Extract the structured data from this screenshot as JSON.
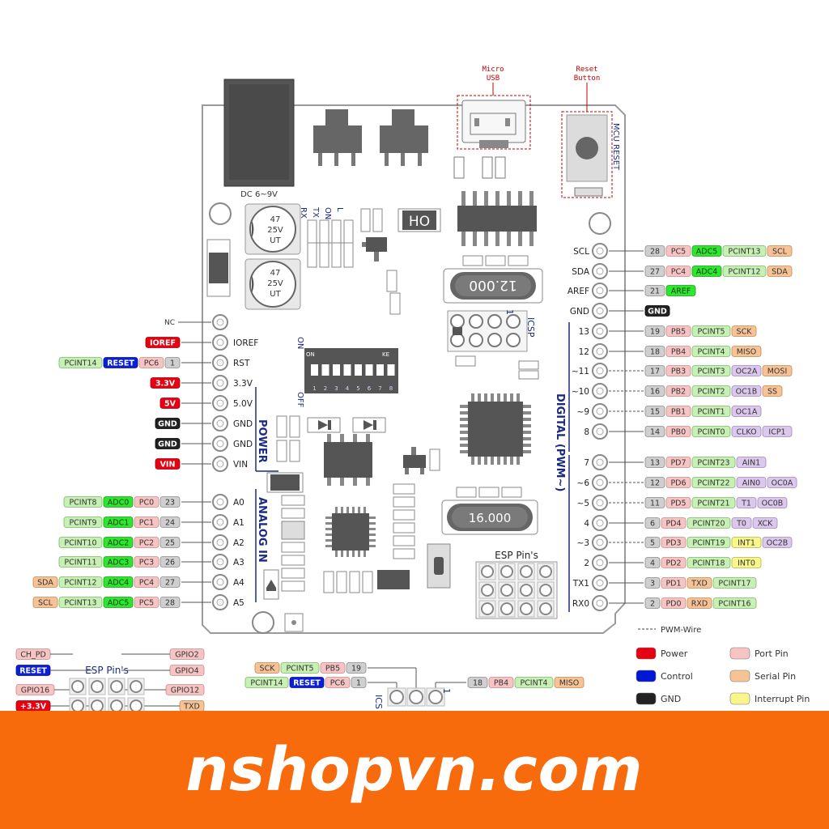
{
  "callouts": {
    "micro_usb": [
      "Micro",
      "USB"
    ],
    "reset_button": [
      "Reset",
      "Button"
    ],
    "mcu_reset": "MCU RESET"
  },
  "board": {
    "dc_label": "DC 6~9V",
    "cap1": [
      "47",
      "25V",
      "UT"
    ],
    "cap2": [
      "47",
      "25V",
      "UT"
    ],
    "leds": [
      "RX",
      "TX",
      "ON",
      "L"
    ],
    "ho": "HO",
    "crystal1": "12.000",
    "crystal2": "16.000",
    "icsp": "ICSP",
    "icsp_one": "1",
    "dip_on": "ON",
    "dip_off": "OFF",
    "dip_on_small": "ON",
    "dip_ke": "KE",
    "dip_numbers": [
      "1",
      "2",
      "3",
      "4",
      "5",
      "6",
      "7",
      "8"
    ],
    "power_label": "POWER",
    "analog_label": "ANALOG IN",
    "digital_label": "DIGITAL (PWM~)",
    "esp_pins": "ESP Pin's"
  },
  "left_pins": [
    {
      "pin": "",
      "tags": [
        {
          "t": "NC",
          "s": "plain"
        }
      ]
    },
    {
      "pin": "IOREF",
      "tags": [
        {
          "t": "IOREF",
          "s": "power"
        }
      ]
    },
    {
      "pin": "RST",
      "tags": [
        {
          "t": "PCINT14",
          "s": "light"
        },
        {
          "t": "RESET",
          "s": "control"
        },
        {
          "t": "PC6",
          "s": "port"
        },
        {
          "t": "1",
          "s": "num"
        }
      ]
    },
    {
      "pin": "3.3V",
      "tags": [
        {
          "t": "3.3V",
          "s": "power"
        }
      ]
    },
    {
      "pin": "5.0V",
      "tags": [
        {
          "t": "5V",
          "s": "power"
        }
      ]
    },
    {
      "pin": "GND",
      "tags": [
        {
          "t": "GND",
          "s": "gnd"
        }
      ]
    },
    {
      "pin": "GND",
      "tags": [
        {
          "t": "GND",
          "s": "gnd"
        }
      ]
    },
    {
      "pin": "VIN",
      "tags": [
        {
          "t": "VIN",
          "s": "power"
        }
      ]
    }
  ],
  "analog_pins": [
    {
      "pin": "A0",
      "tags": [
        {
          "t": "PCINT8",
          "s": "light"
        },
        {
          "t": "ADC0",
          "s": "analog"
        },
        {
          "t": "PC0",
          "s": "port"
        },
        {
          "t": "23",
          "s": "num"
        }
      ]
    },
    {
      "pin": "A1",
      "tags": [
        {
          "t": "PCINT9",
          "s": "light"
        },
        {
          "t": "ADC1",
          "s": "analog"
        },
        {
          "t": "PC1",
          "s": "port"
        },
        {
          "t": "24",
          "s": "num"
        }
      ]
    },
    {
      "pin": "A2",
      "tags": [
        {
          "t": "PCINT10",
          "s": "light"
        },
        {
          "t": "ADC2",
          "s": "analog"
        },
        {
          "t": "PC2",
          "s": "port"
        },
        {
          "t": "25",
          "s": "num"
        }
      ]
    },
    {
      "pin": "A3",
      "tags": [
        {
          "t": "PCINT11",
          "s": "light"
        },
        {
          "t": "ADC3",
          "s": "analog"
        },
        {
          "t": "PC3",
          "s": "port"
        },
        {
          "t": "26",
          "s": "num"
        }
      ]
    },
    {
      "pin": "A4",
      "tags": [
        {
          "t": "SDA",
          "s": "serial"
        },
        {
          "t": "PCINT12",
          "s": "light"
        },
        {
          "t": "ADC4",
          "s": "analog"
        },
        {
          "t": "PC4",
          "s": "port"
        },
        {
          "t": "27",
          "s": "num"
        }
      ]
    },
    {
      "pin": "A5",
      "tags": [
        {
          "t": "SCL",
          "s": "serial"
        },
        {
          "t": "PCINT13",
          "s": "light"
        },
        {
          "t": "ADC5",
          "s": "analog"
        },
        {
          "t": "PC5",
          "s": "port"
        },
        {
          "t": "28",
          "s": "num"
        }
      ]
    }
  ],
  "right_pins_top": [
    {
      "pin": "SCL",
      "dashed": false,
      "tags": [
        {
          "t": "28",
          "s": "num"
        },
        {
          "t": "PC5",
          "s": "port"
        },
        {
          "t": "ADC5",
          "s": "analog"
        },
        {
          "t": "PCINT13",
          "s": "light"
        },
        {
          "t": "SCL",
          "s": "serial"
        }
      ]
    },
    {
      "pin": "SDA",
      "dashed": false,
      "tags": [
        {
          "t": "27",
          "s": "num"
        },
        {
          "t": "PC4",
          "s": "port"
        },
        {
          "t": "ADC4",
          "s": "analog"
        },
        {
          "t": "PCINT12",
          "s": "light"
        },
        {
          "t": "SDA",
          "s": "serial"
        }
      ]
    },
    {
      "pin": "AREF",
      "dashed": false,
      "tags": [
        {
          "t": "21",
          "s": "num"
        },
        {
          "t": "AREF",
          "s": "analog"
        }
      ]
    },
    {
      "pin": "GND",
      "dashed": false,
      "tags": [
        {
          "t": "GND",
          "s": "gnd"
        }
      ]
    },
    {
      "pin": "13",
      "dashed": false,
      "tags": [
        {
          "t": "19",
          "s": "num"
        },
        {
          "t": "PB5",
          "s": "port"
        },
        {
          "t": "PCINT5",
          "s": "light"
        },
        {
          "t": "SCK",
          "s": "serial"
        }
      ]
    },
    {
      "pin": "12",
      "dashed": false,
      "tags": [
        {
          "t": "18",
          "s": "num"
        },
        {
          "t": "PB4",
          "s": "port"
        },
        {
          "t": "PCINT4",
          "s": "light"
        },
        {
          "t": "MISO",
          "s": "serial"
        }
      ]
    },
    {
      "pin": "~11",
      "dashed": true,
      "tags": [
        {
          "t": "17",
          "s": "num"
        },
        {
          "t": "PB3",
          "s": "port"
        },
        {
          "t": "PCINT3",
          "s": "light"
        },
        {
          "t": "OC2A",
          "s": "timer"
        },
        {
          "t": "MOSI",
          "s": "serial"
        }
      ]
    },
    {
      "pin": "~10",
      "dashed": true,
      "tags": [
        {
          "t": "16",
          "s": "num"
        },
        {
          "t": "PB2",
          "s": "port"
        },
        {
          "t": "PCINT2",
          "s": "light"
        },
        {
          "t": "OC1B",
          "s": "timer"
        },
        {
          "t": "SS",
          "s": "serial"
        }
      ]
    },
    {
      "pin": "~9",
      "dashed": true,
      "tags": [
        {
          "t": "15",
          "s": "num"
        },
        {
          "t": "PB1",
          "s": "port"
        },
        {
          "t": "PCINT1",
          "s": "light"
        },
        {
          "t": "OC1A",
          "s": "timer"
        }
      ]
    },
    {
      "pin": "8",
      "dashed": false,
      "tags": [
        {
          "t": "14",
          "s": "num"
        },
        {
          "t": "PB0",
          "s": "port"
        },
        {
          "t": "PCINT0",
          "s": "light"
        },
        {
          "t": "CLKO",
          "s": "timer"
        },
        {
          "t": "ICP1",
          "s": "timer"
        }
      ]
    }
  ],
  "right_pins_bottom": [
    {
      "pin": "7",
      "dashed": false,
      "tags": [
        {
          "t": "13",
          "s": "num"
        },
        {
          "t": "PD7",
          "s": "port"
        },
        {
          "t": "PCINT23",
          "s": "light"
        },
        {
          "t": "AIN1",
          "s": "timer"
        }
      ]
    },
    {
      "pin": "~6",
      "dashed": true,
      "tags": [
        {
          "t": "12",
          "s": "num"
        },
        {
          "t": "PD6",
          "s": "port"
        },
        {
          "t": "PCINT22",
          "s": "light"
        },
        {
          "t": "AIN0",
          "s": "timer"
        },
        {
          "t": "OC0A",
          "s": "timer"
        }
      ]
    },
    {
      "pin": "~5",
      "dashed": true,
      "tags": [
        {
          "t": "11",
          "s": "num"
        },
        {
          "t": "PD5",
          "s": "port"
        },
        {
          "t": "PCINT21",
          "s": "light"
        },
        {
          "t": "T1",
          "s": "timer"
        },
        {
          "t": "OC0B",
          "s": "timer"
        }
      ]
    },
    {
      "pin": "4",
      "dashed": false,
      "tags": [
        {
          "t": "6",
          "s": "num"
        },
        {
          "t": "PD4",
          "s": "port"
        },
        {
          "t": "PCINT20",
          "s": "light"
        },
        {
          "t": "T0",
          "s": "timer"
        },
        {
          "t": "XCK",
          "s": "timer"
        }
      ]
    },
    {
      "pin": "~3",
      "dashed": true,
      "tags": [
        {
          "t": "5",
          "s": "num"
        },
        {
          "t": "PD3",
          "s": "port"
        },
        {
          "t": "PCINT19",
          "s": "light"
        },
        {
          "t": "INT1",
          "s": "interrupt"
        },
        {
          "t": "OC2B",
          "s": "timer"
        }
      ]
    },
    {
      "pin": "2",
      "dashed": false,
      "tags": [
        {
          "t": "4",
          "s": "num"
        },
        {
          "t": "PD2",
          "s": "port"
        },
        {
          "t": "PCINT18",
          "s": "light"
        },
        {
          "t": "INT0",
          "s": "interrupt"
        }
      ]
    },
    {
      "pin": "TX1",
      "dashed": false,
      "tags": [
        {
          "t": "3",
          "s": "num"
        },
        {
          "t": "PD1",
          "s": "port"
        },
        {
          "t": "TXD",
          "s": "serial"
        },
        {
          "t": "PCINT17",
          "s": "light"
        }
      ]
    },
    {
      "pin": "RX0",
      "dashed": false,
      "tags": [
        {
          "t": "2",
          "s": "num"
        },
        {
          "t": "PD0",
          "s": "port"
        },
        {
          "t": "RXD",
          "s": "serial"
        },
        {
          "t": "PCINT16",
          "s": "light"
        }
      ]
    }
  ],
  "esp_bottom": {
    "title": "ESP Pin's",
    "left_tags": [
      {
        "t": "CH_PD",
        "s": "port"
      },
      {
        "t": "RESET",
        "s": "control"
      },
      {
        "t": "GPIO16",
        "s": "port"
      },
      {
        "t": "+3.3V",
        "s": "power"
      }
    ],
    "right_tags": [
      {
        "t": "GPIO2",
        "s": "port"
      },
      {
        "t": "GPIO4",
        "s": "port"
      },
      {
        "t": "GPIO12",
        "s": "port"
      },
      {
        "t": "TXD",
        "s": "serial"
      }
    ]
  },
  "icsp_bottom": {
    "label": "ICS",
    "one": "1",
    "row1": [
      {
        "t": "SCK",
        "s": "serial"
      },
      {
        "t": "PCINT5",
        "s": "light"
      },
      {
        "t": "PB5",
        "s": "port"
      },
      {
        "t": "19",
        "s": "num"
      }
    ],
    "row2": [
      {
        "t": "PCINT14",
        "s": "light"
      },
      {
        "t": "RESET",
        "s": "control"
      },
      {
        "t": "PC6",
        "s": "port"
      },
      {
        "t": "1",
        "s": "num"
      }
    ],
    "row3": [
      {
        "t": "18",
        "s": "num"
      },
      {
        "t": "PB4",
        "s": "port"
      },
      {
        "t": "PCINT4",
        "s": "light"
      },
      {
        "t": "MISO",
        "s": "serial"
      }
    ]
  },
  "legend": {
    "pwm_wire": "PWM-Wire",
    "items": [
      {
        "label": "Power",
        "color": "#e60012"
      },
      {
        "label": "Port Pin",
        "color": "#f7c4c4"
      },
      {
        "label": "Control",
        "color": "#0017d6"
      },
      {
        "label": "Serial Pin",
        "color": "#f7c396"
      },
      {
        "label": "GND",
        "color": "#222222"
      },
      {
        "label": "Interrupt Pin",
        "color": "#f8f58a"
      }
    ]
  },
  "banner": "nshopvn.com",
  "styles": {
    "power": {
      "fill": "#e60012",
      "stroke": "#a0000a",
      "text": "#ffffff"
    },
    "control": {
      "fill": "#0a1fd6",
      "stroke": "#061090",
      "text": "#ffffff"
    },
    "gnd": {
      "fill": "#222222",
      "stroke": "#000000",
      "text": "#ffffff"
    },
    "num": {
      "fill": "#cfcfcf",
      "stroke": "#8a8a8a",
      "text": "#333333"
    },
    "port": {
      "fill": "#f7c4c4",
      "stroke": "#c98a8a",
      "text": "#333333"
    },
    "light": {
      "fill": "#c7f0b4",
      "stroke": "#7fb56a",
      "text": "#333333"
    },
    "analog": {
      "fill": "#2ee62e",
      "stroke": "#15a015",
      "text": "#1a3a1a"
    },
    "serial": {
      "fill": "#f7c396",
      "stroke": "#c48a52",
      "text": "#333333"
    },
    "timer": {
      "fill": "#dcc8ec",
      "stroke": "#a088b8",
      "text": "#333333"
    },
    "interrupt": {
      "fill": "#f8f58a",
      "stroke": "#b8b44a",
      "text": "#333333"
    },
    "plain": {
      "fill": "none",
      "stroke": "none",
      "text": "#333333"
    }
  }
}
